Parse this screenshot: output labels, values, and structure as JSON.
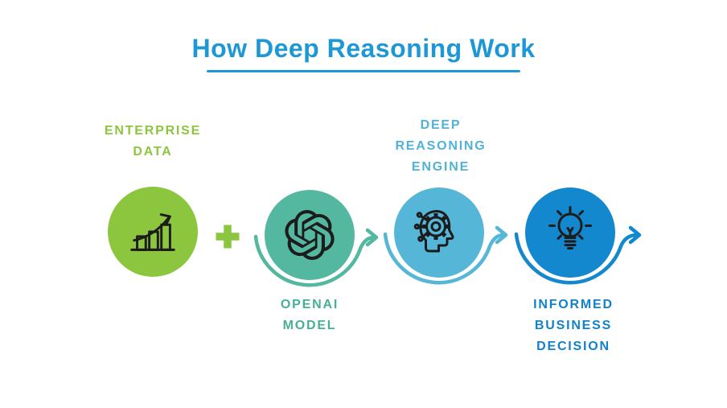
{
  "title": {
    "text": "How Deep Reasoning Work",
    "color": "#1e98d4"
  },
  "steps": [
    {
      "id": "enterprise-data",
      "label": "ENTERPRISE\nDATA",
      "label_position": "above-circle",
      "icon": "bar-chart-growth-icon",
      "circle_color": "#8cc63f",
      "label_color": "#8cc63f",
      "arrow_after": "plus-sign"
    },
    {
      "id": "openai-model",
      "label": "OPENAI\nMODEL",
      "label_position": "below-circle",
      "icon": "openai-logo-icon",
      "circle_color": "#54b8a0",
      "label_color": "#48af97",
      "arrow_after": "arc-arrow"
    },
    {
      "id": "deep-reasoning-engine",
      "label": "DEEP\nREASONING\nENGINE",
      "label_position": "above-circle",
      "icon": "head-gear-icon",
      "circle_color": "#55b6d7",
      "label_color": "#4fb2d6",
      "arrow_after": "arc-arrow"
    },
    {
      "id": "informed-business-decision",
      "label": "INFORMED\nBUSINESS\nDECISION",
      "label_position": "below-circle",
      "icon": "lightbulb-icon",
      "circle_color": "#1488cf",
      "label_color": "#1182c8",
      "arrow_after": "arc-arrow"
    }
  ],
  "connectors": {
    "plus_sign": "+",
    "plus_color": "#8cc63f"
  },
  "icon_color": "#1c1c1c",
  "background": "#ffffff"
}
